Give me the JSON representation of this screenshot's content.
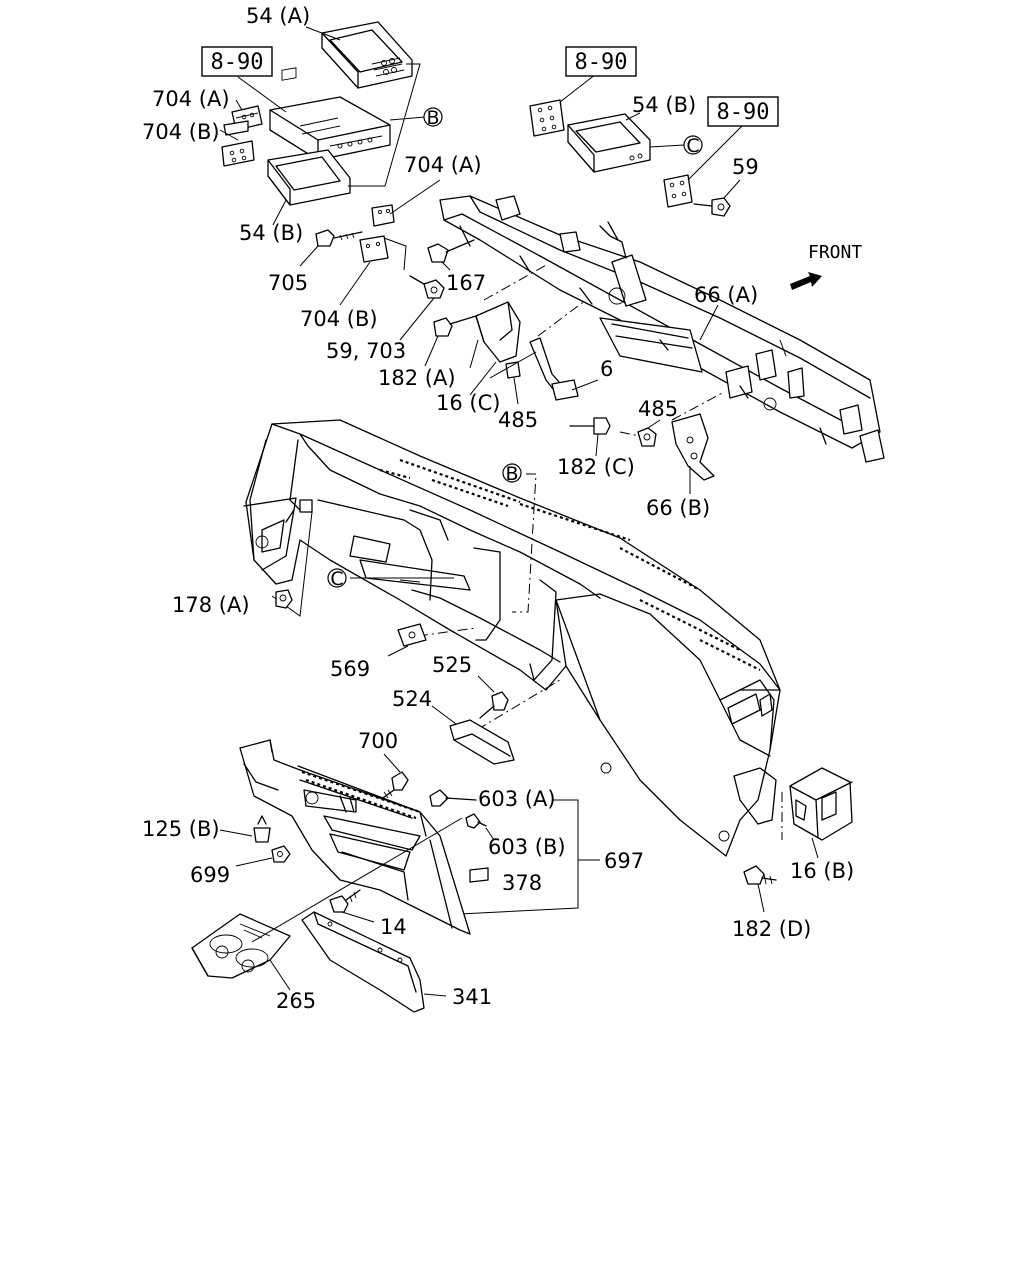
{
  "labels": {
    "l54a": "54 (A)",
    "l54b_left": "54 (B)",
    "l54b_right": "54 (B)",
    "l704a_left": "704 (A)",
    "l704b_left": "704 (B)",
    "l704a_mid": "704 (A)",
    "l704b_mid": "704 (B)",
    "l705": "705",
    "l167": "167",
    "l59_703": "59, 703",
    "l182a": "182 (A)",
    "l16c": "16 (C)",
    "l485_left": "485",
    "l6": "6",
    "l485_right": "485",
    "l182c": "182 (C)",
    "l66b": "66 (B)",
    "l66a": "66 (A)",
    "l59": "59",
    "l178a": "178 (A)",
    "l569": "569",
    "l525": "525",
    "l524": "524",
    "l700": "700",
    "l603a": "603 (A)",
    "l603b": "603 (B)",
    "l697": "697",
    "l378": "378",
    "l125b": "125 (B)",
    "l699": "699",
    "l14": "14",
    "l265": "265",
    "l341": "341",
    "l16b": "16 (B)",
    "l182d": "182 (D)"
  },
  "refs": {
    "ref_left": "8-90",
    "ref_mid": "8-90",
    "ref_right": "8-90"
  },
  "markers": {
    "b_top": "B",
    "c_top": "C",
    "b_dash": "B",
    "c_dash": "C"
  },
  "front_label": "FRONT"
}
